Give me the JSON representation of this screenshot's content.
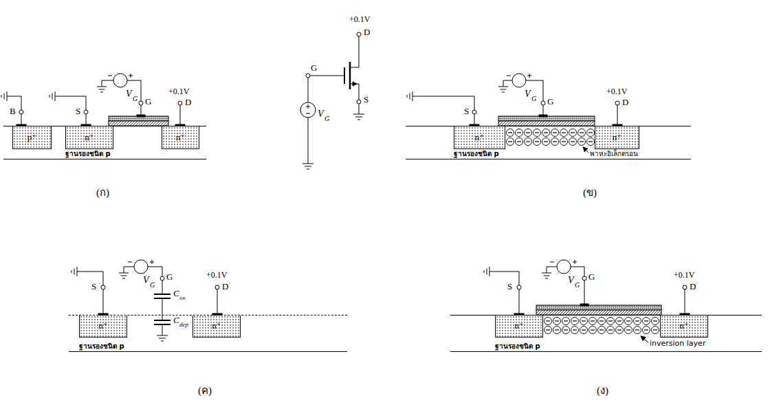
{
  "diagram": {
    "nodes": [
      {
        "text": [
          "ฐานรองชนิด p"
        ]
      },
      {
        "text": [
          "p⁺"
        ],
        "in": 0
      },
      {
        "text": [
          "n⁺"
        ],
        "in": 0
      },
      {
        "text": [
          "n⁺"
        ],
        "in": 0
      },
      {
        "text": [
          "ฐานรองชนิด p"
        ]
      },
      {
        "text": [
          "n⁺"
        ],
        "in": 4
      },
      {
        "text": [
          "n⁺"
        ],
        "in": 4
      },
      {
        "text": [
          "ฐานรองชนิด p"
        ]
      },
      {
        "text": [
          "n⁺"
        ],
        "in": 7
      },
      {
        "text": [
          "n⁺"
        ],
        "in": 7
      },
      {
        "text": [
          "ฐานรองชนิด p"
        ]
      },
      {
        "text": [
          "n⁺"
        ],
        "in": 10
      },
      {
        "text": [
          "n⁺"
        ],
        "in": 10
      }
    ],
    "labels": [
      "B",
      "S",
      "V",
      "G",
      "G",
      "+0.1V",
      "D",
      "(ก)",
      "+0.1V",
      "D",
      "G",
      "V",
      "G",
      "S",
      "V",
      "G",
      "G",
      "S",
      "+0.1V",
      "D",
      "พาหะอิเล็กตรอน",
      "(ข)",
      "V",
      "G",
      "G",
      "S",
      "+0.1V",
      "D",
      "C",
      "ox",
      "C",
      "dep",
      "(ค)",
      "V",
      "G",
      "G",
      "S",
      "+0.1V",
      "D",
      "inversion layer",
      "(ง)"
    ]
  }
}
